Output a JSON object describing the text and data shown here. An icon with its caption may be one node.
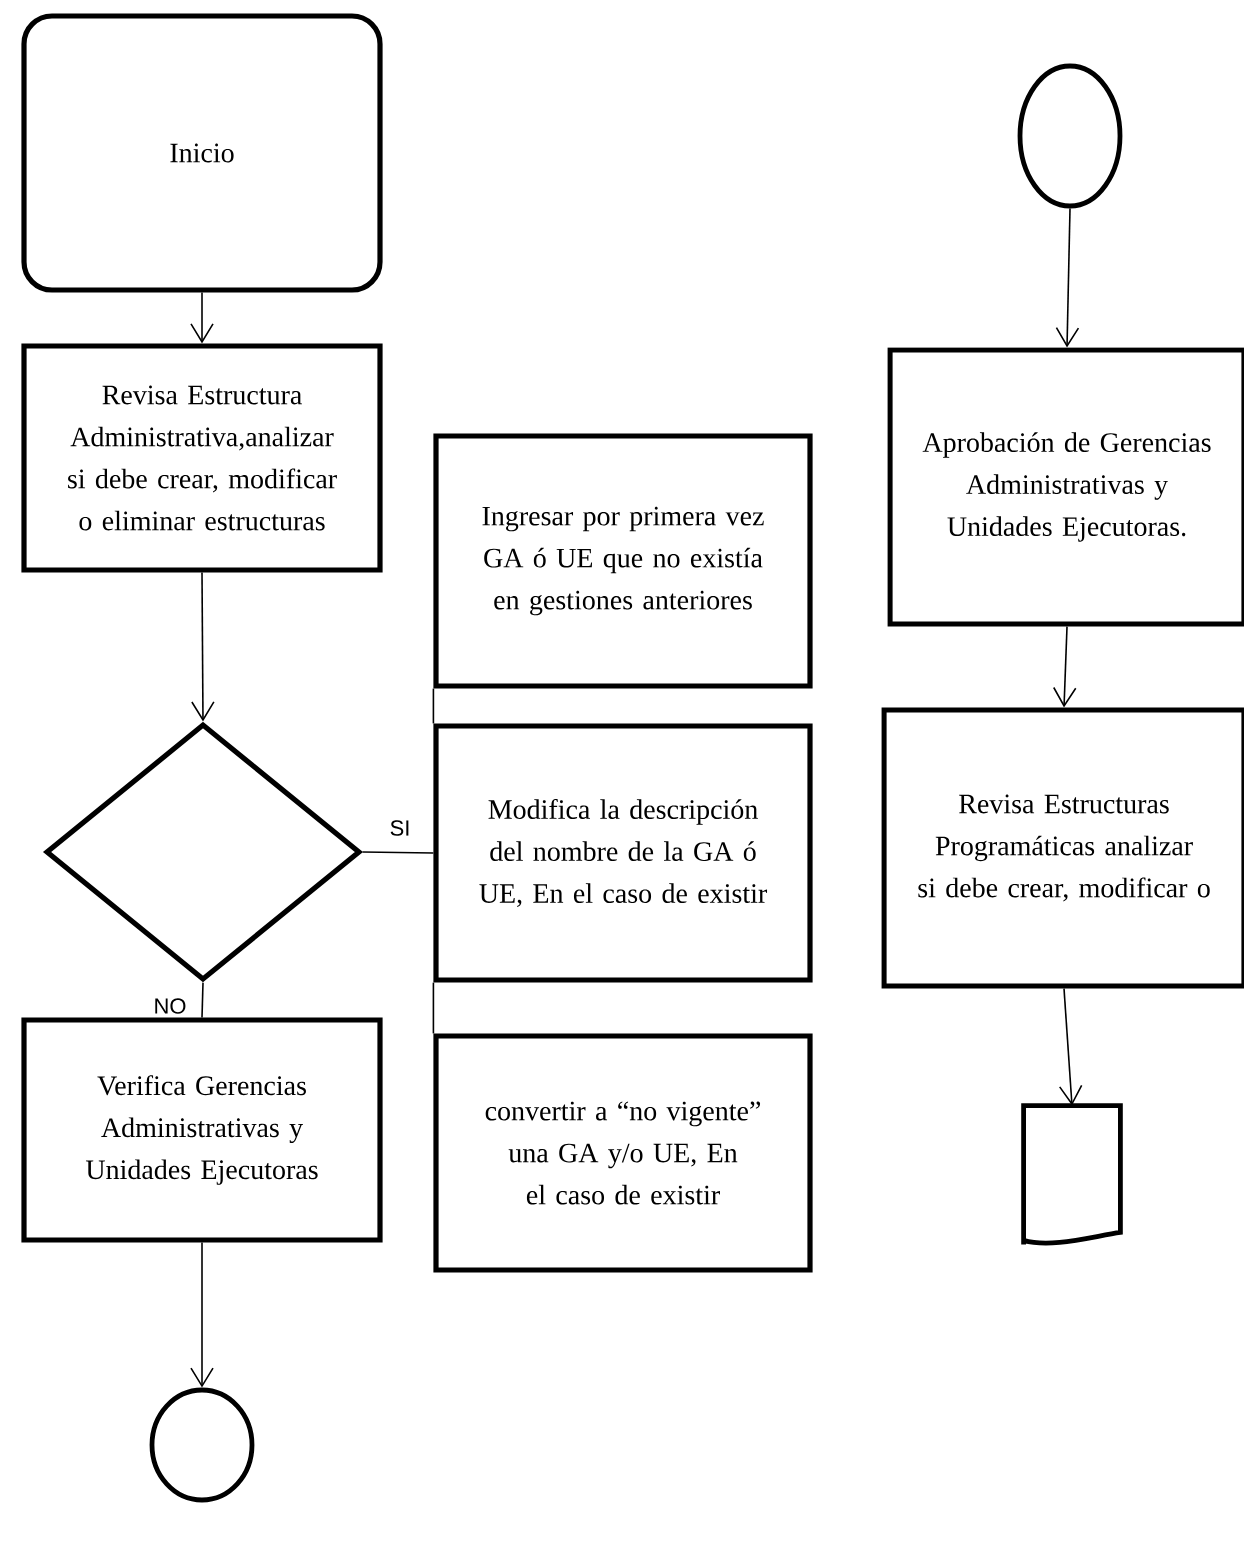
{
  "diagram": {
    "nodes": [
      {
        "text": [
          "Inicio"
        ]
      },
      {
        "text": [
          "Revisa Estructura Administrativa,analizar si debe crear, modificar o eliminar estructuras"
        ]
      },
      {
        "text": [],
        "shape": "diamond"
      },
      {
        "text": [
          "Ingresar por primera vez GA ó UE que no existía en gestiones anteriores"
        ]
      },
      {
        "text": [
          "Modifica la descripción del nombre de la GA ó UE, En el caso de existir"
        ]
      },
      {
        "text": [
          "convertir a “no vigente” una GA y/o UE, En el caso de existir"
        ]
      },
      {
        "text": [
          "Verifica Gerencias Administrativas y Unidades Ejecutoras"
        ]
      },
      {
        "text": [],
        "shape": "circle"
      },
      {
        "text": [],
        "shape": "circle"
      },
      {
        "text": [
          "Aprobación de Gerencias Administrativas y Unidades Ejecutoras."
        ]
      },
      {
        "text": [
          "Revisa Estructuras Programáticas analizar si debe crear, modificar o"
        ]
      },
      {
        "text": [],
        "shape": "document"
      }
    ],
    "edges": [
      {
        "from": 0,
        "to": 1,
        "arrow": "to"
      },
      {
        "from": 1,
        "to": 2,
        "arrow": "to"
      },
      {
        "from": 2,
        "to": 4,
        "arrow": "none",
        "label": "SI"
      },
      {
        "from": 3,
        "to": 4,
        "arrow": "none"
      },
      {
        "from": 4,
        "to": 5,
        "arrow": "none"
      },
      {
        "from": 2,
        "to": 6,
        "arrow": "none",
        "label": "NO"
      },
      {
        "from": 6,
        "to": 7,
        "arrow": "to"
      },
      {
        "from": 8,
        "to": 9,
        "arrow": "to"
      },
      {
        "from": 9,
        "to": 10,
        "arrow": "to"
      },
      {
        "from": 10,
        "to": 11,
        "arrow": "to"
      }
    ]
  }
}
